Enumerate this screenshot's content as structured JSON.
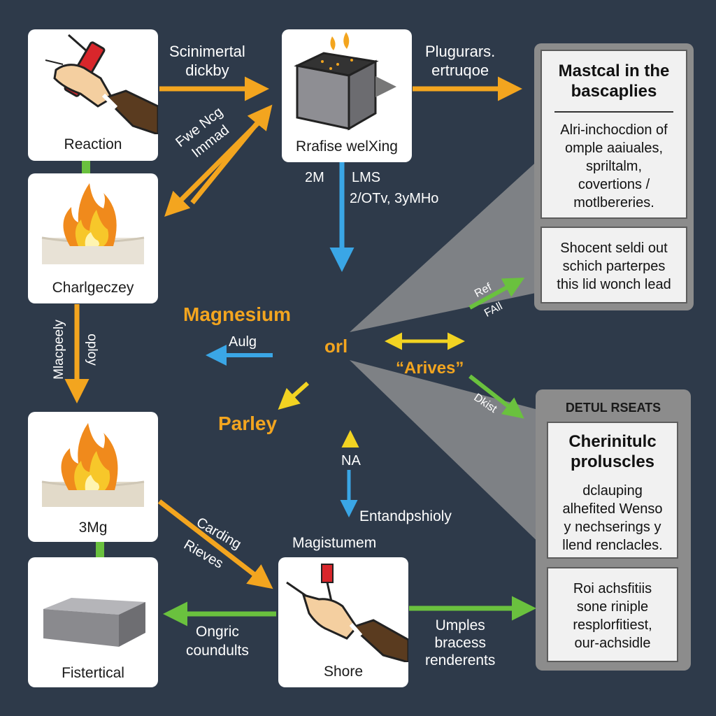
{
  "cards": {
    "reaction": "Reaction",
    "cube": "Rrafise welXing",
    "fire1": "Charlgeczey",
    "fire2": "3Mg",
    "slab": "Fistertical",
    "hand2": "Shore"
  },
  "labels": {
    "top_left_arrow": [
      "Scinimertal",
      "dickby"
    ],
    "top_right_arrow": [
      "Plugurars.",
      "ertruqoe"
    ],
    "diag_arrow": [
      "Fwe Ncg",
      "Immad"
    ],
    "cube_below_1": "2M",
    "cube_below_2": "LMS",
    "cube_below_3": "2/OTv, 3yMHo",
    "vertical_left_1": "Mlacpeely",
    "vertical_left_2": "oploy",
    "magnesium": "Magnesium",
    "aulg": "Aulg",
    "orl": "orl",
    "arives": "“Arives”",
    "parley": "Parley",
    "na": "NA",
    "entandpshioly": "Entandpshioly",
    "magistumem": "Magistumem",
    "carding": "Carding",
    "rieves": "Rieves",
    "ongric": [
      "Ongric",
      "coundults"
    ],
    "umples": [
      "Umples",
      "bracess",
      "renderents"
    ],
    "ref": "Ref",
    "fall": "FAll",
    "dist": "Dkist"
  },
  "panel_top": {
    "title": [
      "Mastcal in the",
      "bascaplies"
    ],
    "body": [
      "Alri-inchocdion of",
      "omple aaiuales,",
      "spriltalm,",
      "covertions /",
      "motlbereries."
    ],
    "box2": [
      "Shocent seldi out",
      "schich parterpes",
      "this lid wonch lead"
    ]
  },
  "panel_bottom": {
    "header": "DETUL RSEATS",
    "title": [
      "Cherinitulc",
      "proluscles"
    ],
    "body": [
      "dclauping",
      "alhefited Wenso",
      "y nechserings  y",
      "llend renclacles."
    ],
    "box2": [
      "Roi achsfitiis",
      "sone riniple",
      "resplorfitiest,",
      "our-achsidle"
    ]
  },
  "colors": {
    "background": "#2e3a4a",
    "orange": "#f3a51f",
    "blue": "#3aa6e6",
    "green": "#6ac13e",
    "yellow": "#f2d322",
    "card": "#ffffff",
    "panel": "#8c8c8c"
  }
}
